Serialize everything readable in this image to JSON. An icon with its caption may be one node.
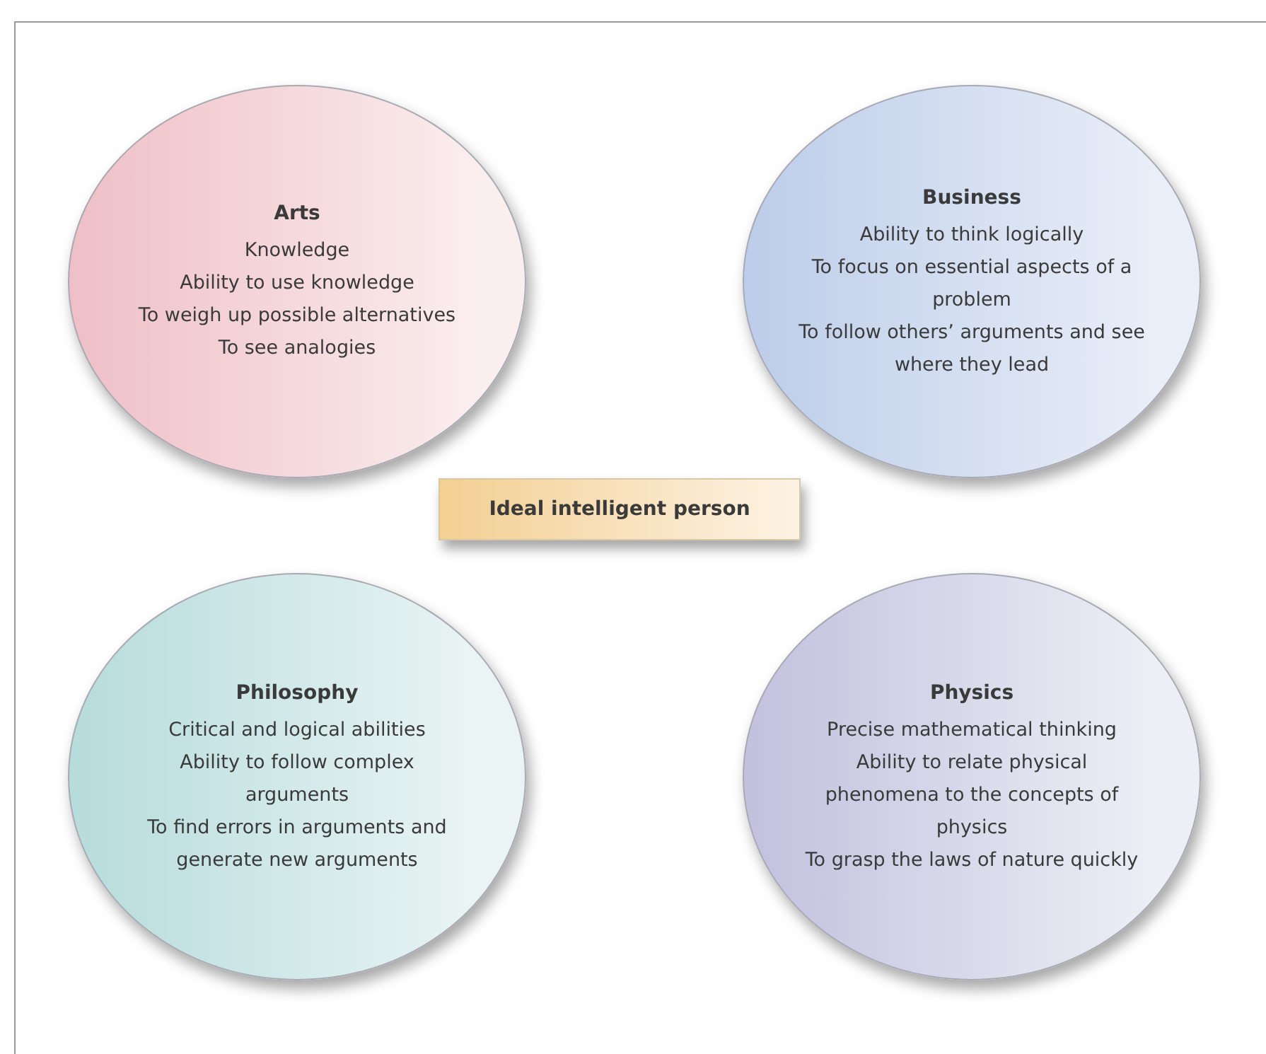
{
  "diagram": {
    "nodes": [
      {
        "text": [
          "Arts",
          "Knowledge",
          "Ability to use knowledge",
          "To weigh up possible alternatives",
          "To see analogies"
        ]
      },
      {
        "text": [
          "Business",
          "Ability to think logically",
          "To focus on essential aspects of a problem",
          "To follow others’ arguments and see where they lead"
        ]
      },
      {
        "text": [
          "Ideal intelligent person"
        ]
      },
      {
        "text": [
          "Philosophy",
          "Critical and logical abilities",
          "Ability to follow complex arguments",
          "To find errors in arguments and generate new arguments"
        ]
      },
      {
        "text": [
          "Physics",
          "Precise mathematical thinking",
          "Ability to relate physical phenomena to the concepts of physics",
          "To grasp the laws of nature quickly"
        ]
      }
    ]
  }
}
